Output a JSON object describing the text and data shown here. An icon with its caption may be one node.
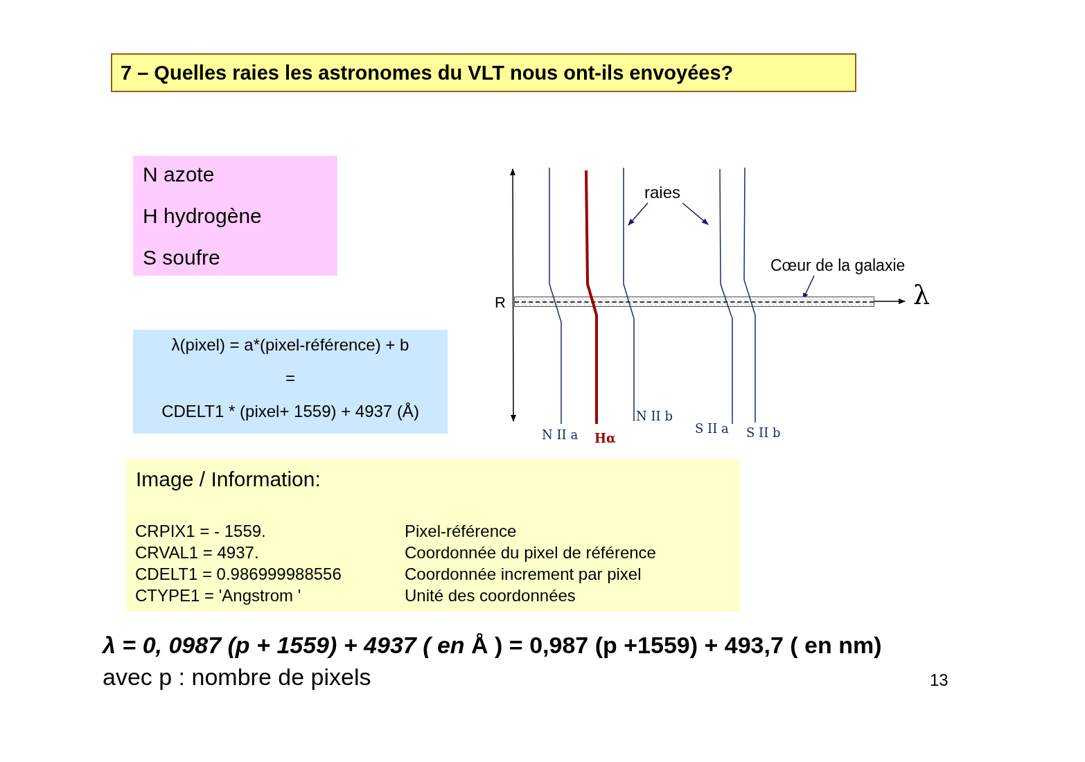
{
  "diagram": {
    "title": "7 – Quelles raies les astronomes du VLT nous ont-ils envoyées?",
    "nodes": [
      {
        "text": [
          "N azote",
          "H hydrogène",
          "S soufre"
        ]
      },
      {
        "text": [
          "λ(pixel) = a*(pixel-référence) + b",
          "=",
          "CDELT1 * (pixel+ 1559) + 4937  (Å)"
        ]
      },
      {
        "text": [
          "raies"
        ]
      },
      {
        "text": [
          "Cœur de la galaxie"
        ]
      },
      {
        "text": [],
        "shape": "bar"
      },
      {
        "text": [
          "N II a"
        ]
      },
      {
        "text": [
          "Hα"
        ]
      },
      {
        "text": [
          "N II b"
        ]
      },
      {
        "text": [
          "S II a"
        ]
      },
      {
        "text": [
          "S II b"
        ]
      },
      {
        "text": [
          "Image / Information:",
          "CRPIX1  =  - 1559.",
          "Pixel-référence",
          "CRVAL1  =  4937.",
          "Coordonnée du pixel de référence",
          "CDELT1  = 0.986999988556",
          "Coordonnée increment par pixel",
          "CTYPE1  = 'Angstrom '",
          "Unité des coordonnées"
        ]
      }
    ],
    "edges": [
      {
        "from": 2,
        "to": 7,
        "arrow": "to"
      },
      {
        "from": 2,
        "to": 8,
        "arrow": "to"
      },
      {
        "from": 3,
        "to": 4,
        "arrow": "to"
      }
    ],
    "labels": [
      "R",
      "λ",
      "*λ = 0, 0987 (p + 1559) + 4937  ( en* Å ) = 0,987 (p +1559) + 493,7 ( en nm)",
      "avec p : nombre de pixels",
      "13"
    ]
  }
}
